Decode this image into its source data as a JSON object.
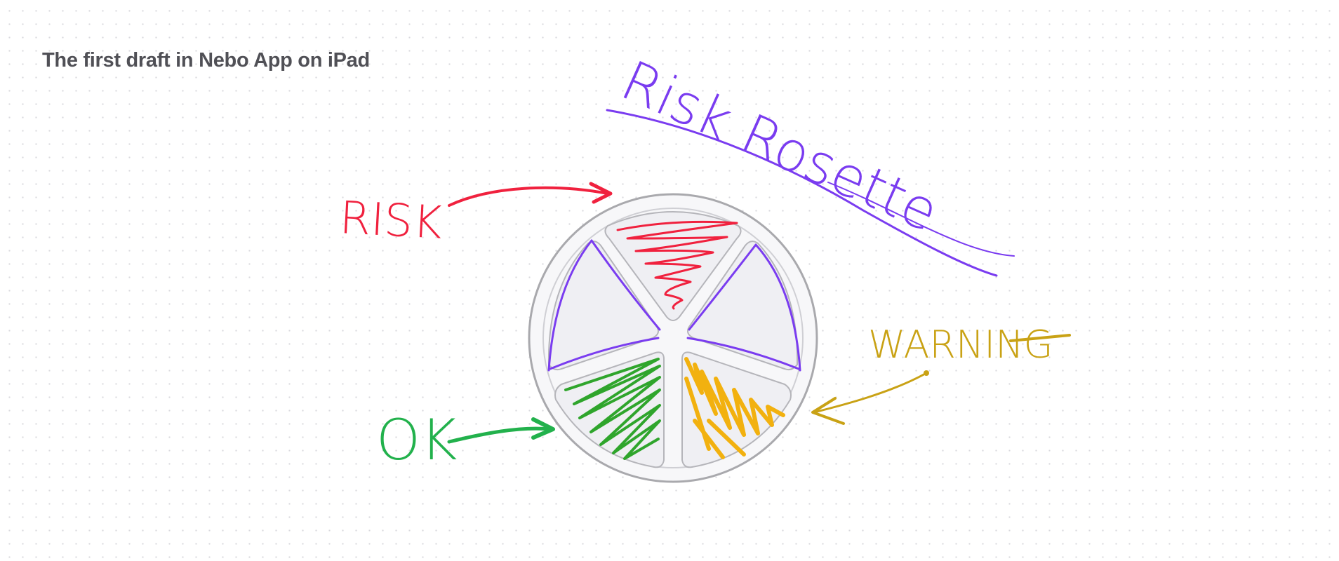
{
  "caption": "The first draft in Nebo App on iPad",
  "title": "Risk Rosette",
  "labels": {
    "risk": "RISK",
    "ok": "OK",
    "warning": "WARNING"
  },
  "colors": {
    "background": "#ffffff",
    "dot_grid": "#d9d9de",
    "caption_text": "#505056",
    "title_ink": "#7a3cf0",
    "risk_ink": "#f0213e",
    "ok_ink": "#22b14c",
    "warning_ink": "#c9a215",
    "ok_scribble": "#2fa52c",
    "warning_scribble": "#f2b10f",
    "rosette_outline": "#a9a9ad",
    "rosette_fill": "#f0f0f4"
  },
  "rosette_segments": [
    {
      "position": "top",
      "status": "risk",
      "fill": "red scribble"
    },
    {
      "position": "upper-left",
      "status": "empty",
      "outline": "purple"
    },
    {
      "position": "upper-right",
      "status": "empty",
      "outline": "purple"
    },
    {
      "position": "lower-left",
      "status": "ok",
      "fill": "green scribble"
    },
    {
      "position": "lower-right",
      "status": "warning",
      "fill": "orange scribble"
    }
  ]
}
